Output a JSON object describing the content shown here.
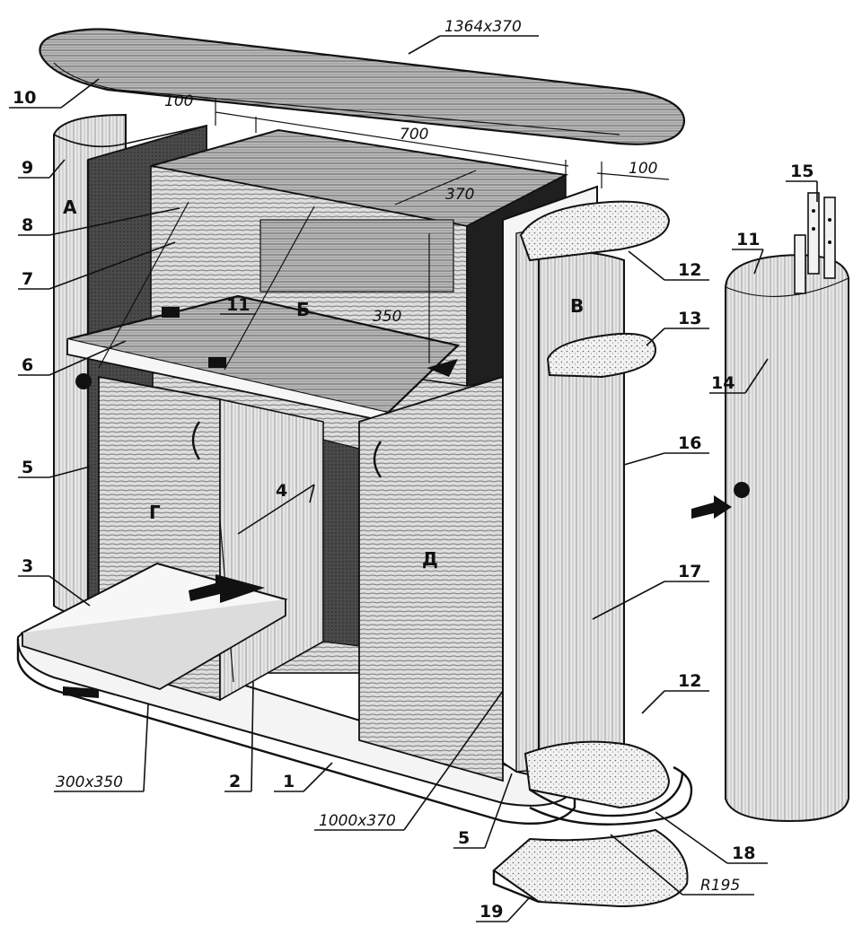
{
  "callouts": {
    "c1": "1",
    "c2": "2",
    "c3": "3",
    "c4": "4",
    "c5a": "5",
    "c5b": "5",
    "c6": "6",
    "c7": "7",
    "c8": "8",
    "c9": "9",
    "c10": "10",
    "c11a": "11",
    "c11b": "11",
    "c12a": "12",
    "c12b": "12",
    "c13": "13",
    "c14": "14",
    "c15": "15",
    "c16": "16",
    "c17": "17",
    "c18": "18",
    "c19": "19"
  },
  "dimensions": {
    "top": "1364x370",
    "left_offset": "100",
    "width": "700",
    "right_offset": "100",
    "depth": "370",
    "height": "350",
    "shelf": "300x350",
    "base": "1000x370",
    "radius": "R195"
  },
  "letters": {
    "a": "А",
    "b": "Б",
    "v": "В",
    "g": "Г",
    "d": "Д"
  },
  "colors": {
    "ink": "#111111",
    "wood_light": "#cfcfcf",
    "wood_mid": "#9a9a9a",
    "wood_dark": "#3a3a3a",
    "paper": "#ffffff"
  }
}
